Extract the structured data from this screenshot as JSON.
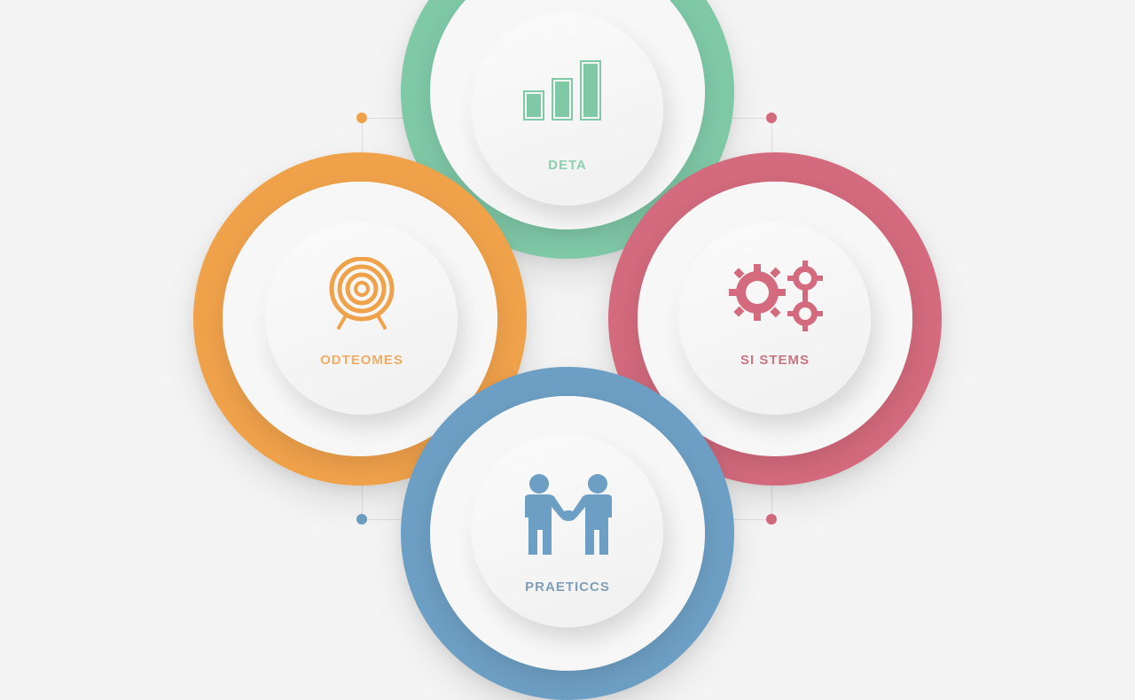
{
  "colors": {
    "background": "#f4f4f4",
    "data": "#7fc9a7",
    "outcomes": "#f0a24b",
    "systems": "#d36a7d",
    "practices": "#6d9fc4"
  },
  "nodes": {
    "data": {
      "label": "DETA",
      "icon": "bar-chart-icon"
    },
    "outcomes": {
      "label": "ODTEOMES",
      "icon": "target-icon"
    },
    "systems": {
      "label": "SI STEMS",
      "icon": "gears-icon"
    },
    "practices": {
      "label": "PRAETICCS",
      "icon": "handshake-icon"
    }
  }
}
